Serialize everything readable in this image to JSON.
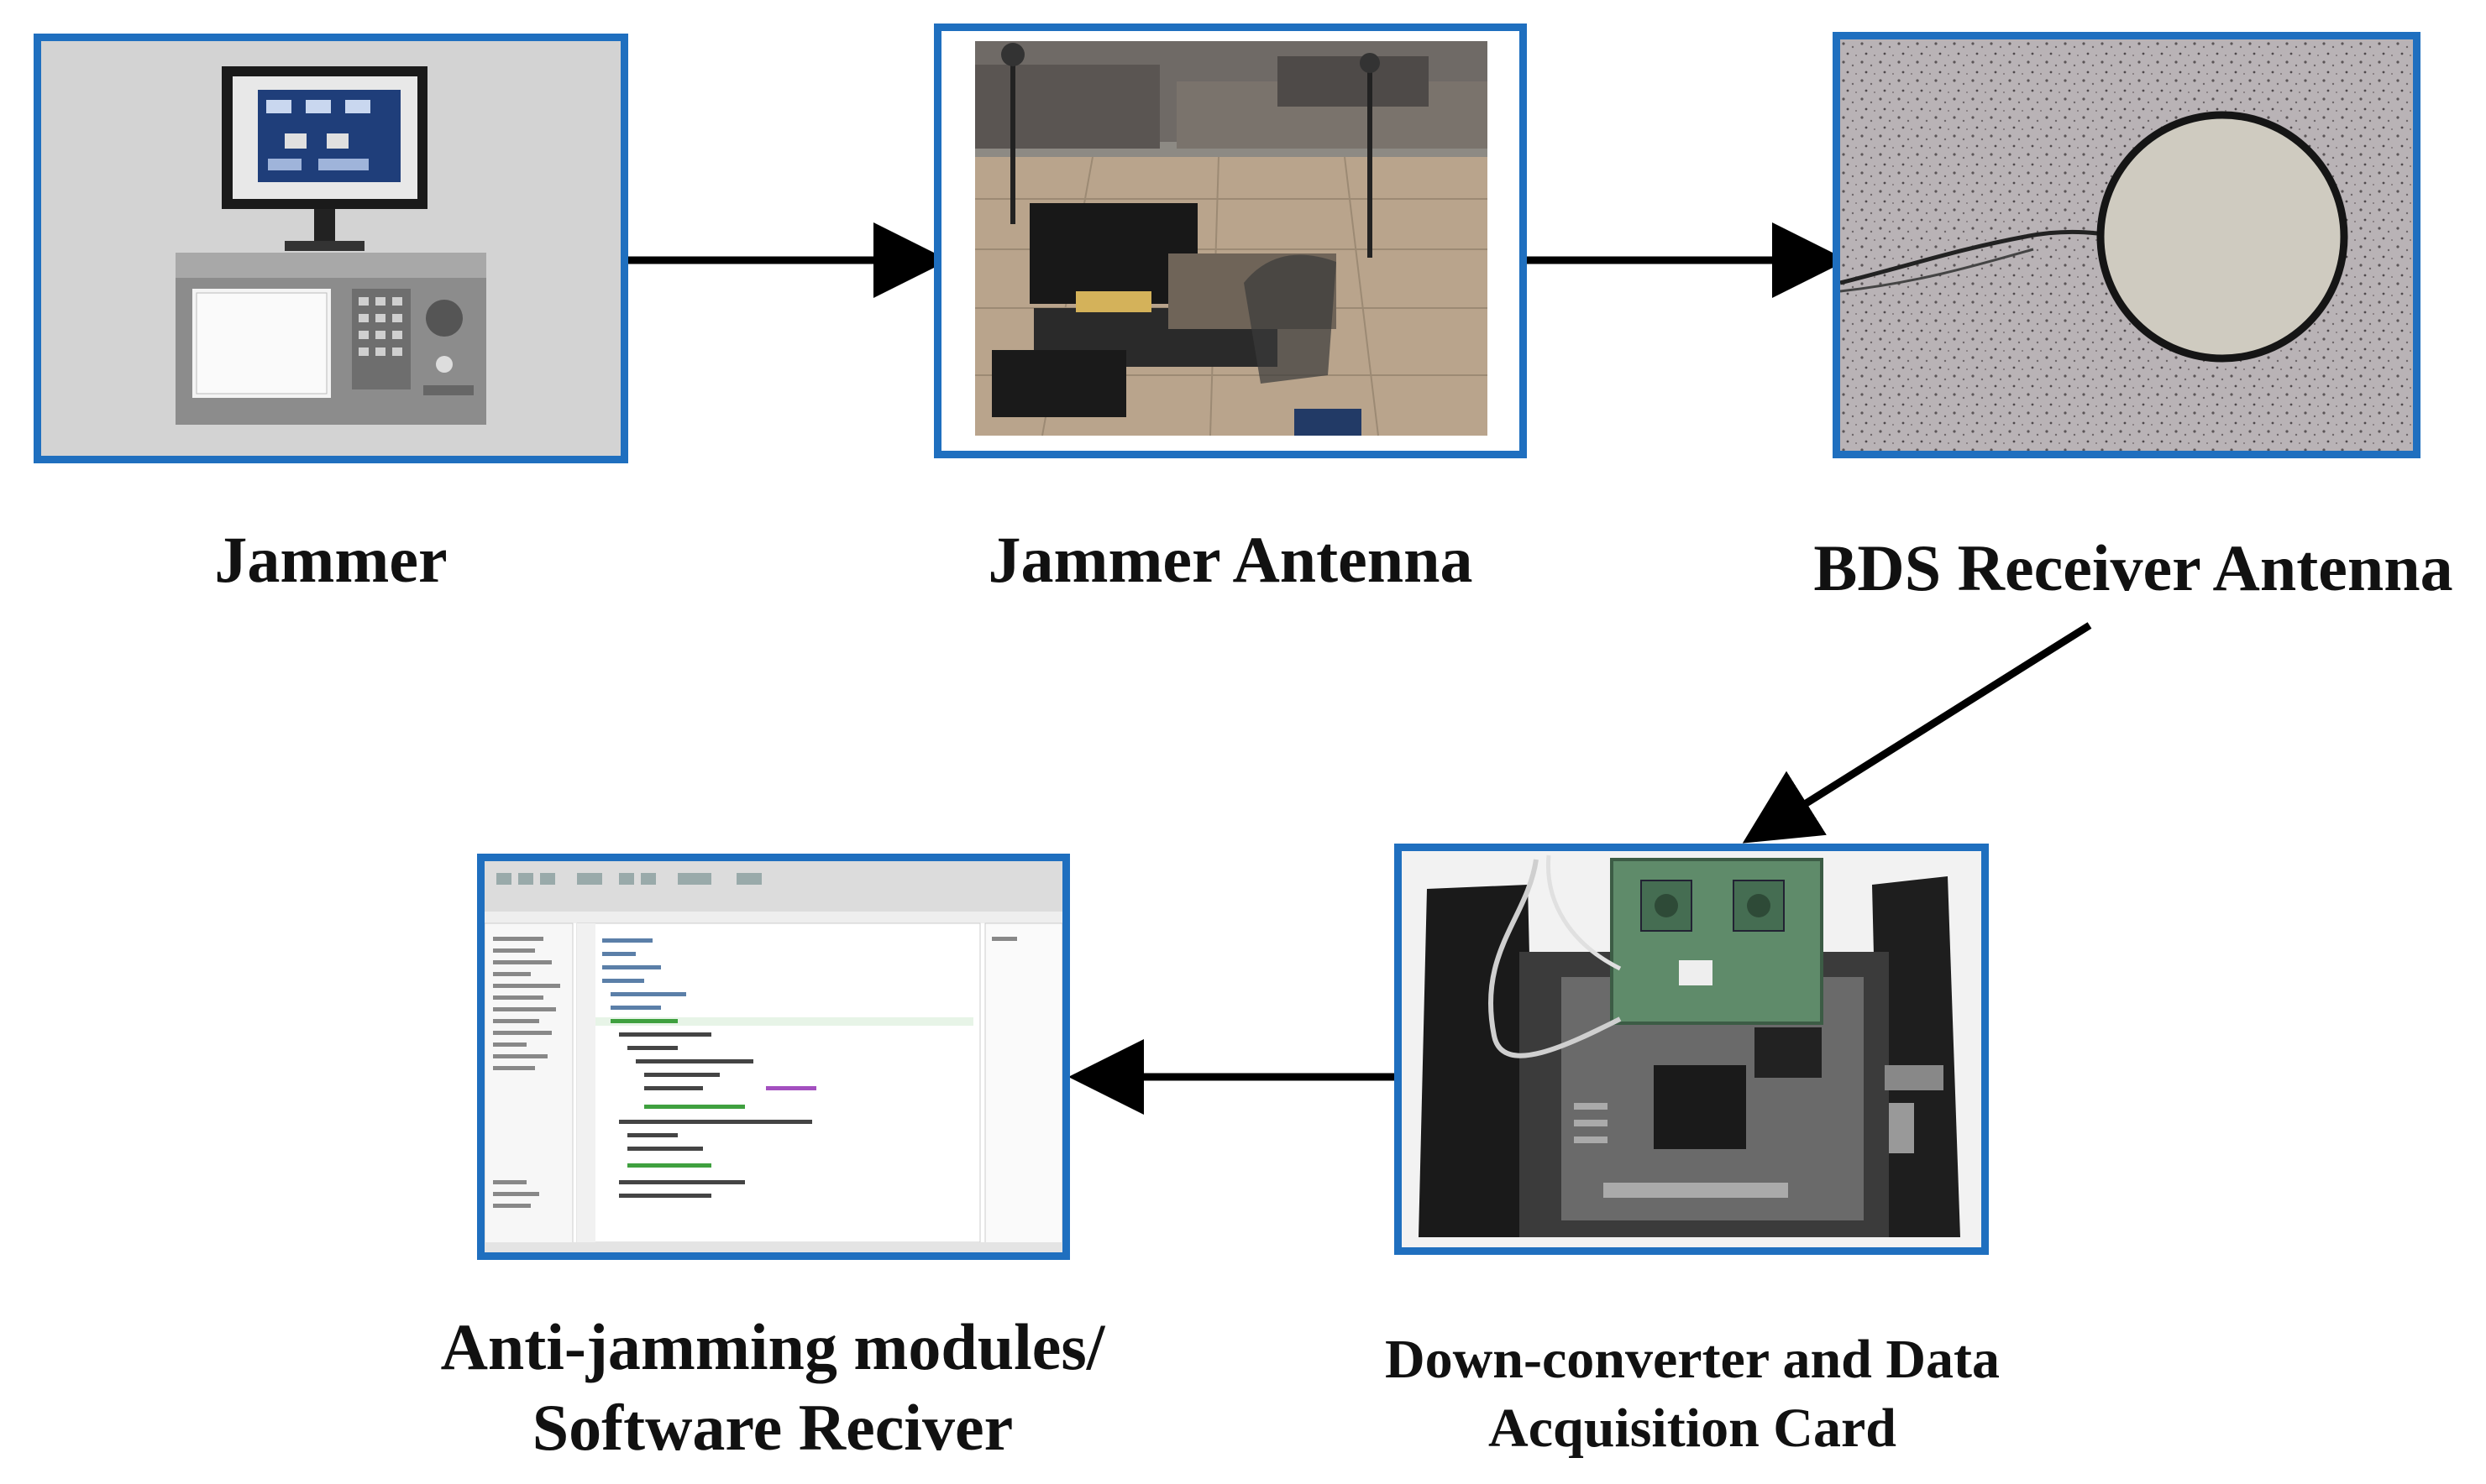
{
  "diagram": {
    "nodes": [
      {
        "id": "jammer",
        "label": "Jammer",
        "picture": "signal-generator-with-monitor"
      },
      {
        "id": "jammer-antenna",
        "label": "Jammer Antenna",
        "picture": "rooftop-antenna-setup"
      },
      {
        "id": "bds-receiver-antenna",
        "label": "BDS Receiver Antenna",
        "picture": "round-patch-antenna"
      },
      {
        "id": "down-converter",
        "label_line1": "Down-converter and Data",
        "label_line2": "Acquisition Card",
        "picture": "circuit-board-in-enclosure"
      },
      {
        "id": "software-receiver",
        "label_line1": "Anti-jamming modules/",
        "label_line2": "Software Reciver",
        "picture": "code-editor-screenshot"
      }
    ],
    "edges": [
      {
        "from": "jammer",
        "to": "jammer-antenna"
      },
      {
        "from": "jammer-antenna",
        "to": "bds-receiver-antenna"
      },
      {
        "from": "bds-receiver-antenna",
        "to": "down-converter"
      },
      {
        "from": "down-converter",
        "to": "software-receiver"
      }
    ],
    "colors": {
      "frame": "#1f6fbf",
      "arrow": "#000000",
      "text": "#111111"
    }
  }
}
